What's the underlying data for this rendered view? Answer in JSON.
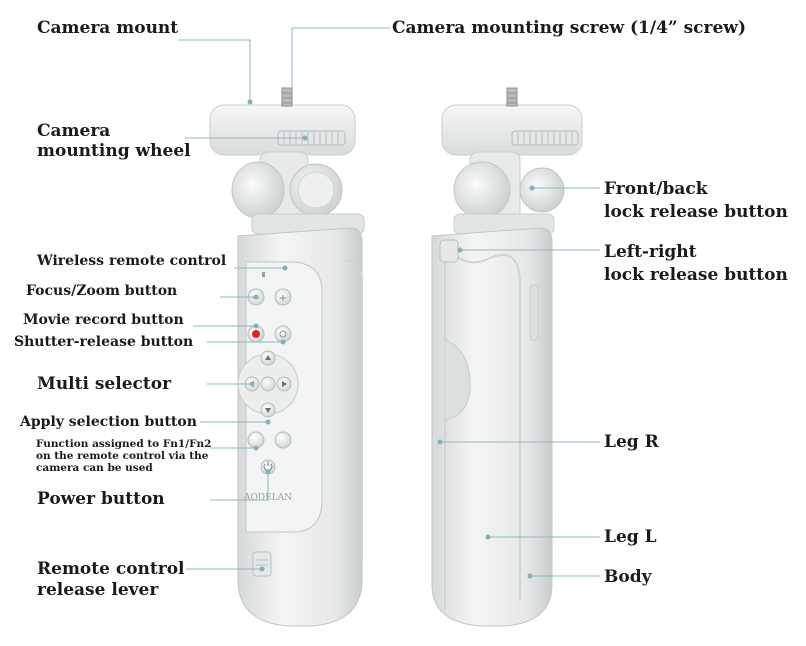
{
  "labels": {
    "camera_mount": "Camera mount",
    "camera_mounting_screw": "Camera mounting screw (1/4” screw)",
    "camera_mounting_wheel_1": "Camera",
    "camera_mounting_wheel_2": "mounting wheel",
    "wireless_remote_control": "Wireless remote control",
    "focus_zoom_button": "Focus/Zoom button",
    "movie_record_button": "Movie record button",
    "shutter_release_button": "Shutter-release button",
    "multi_selector": "Multi selector",
    "apply_selection_button": "Apply selection button",
    "function_note_1": "Function assigned to Fn1/Fn2",
    "function_note_2": "on the remote control via the",
    "function_note_3": "camera can be used",
    "power_button": "Power button",
    "remote_release_lever_1": "Remote control",
    "remote_release_lever_2": "release lever",
    "front_back_lock_1": "Front/back",
    "front_back_lock_2": "lock release button",
    "left_right_lock_1": "Left-right",
    "left_right_lock_2": "lock release button",
    "leg_r": "Leg R",
    "leg_l": "Leg L",
    "body": "Body"
  },
  "device": {
    "brand_text": "AODELAN",
    "body_color": "#eceeee",
    "shadow_color": "#c9cdcd",
    "record_color": "#e0242c",
    "leader_color": "#8fb8bd"
  }
}
